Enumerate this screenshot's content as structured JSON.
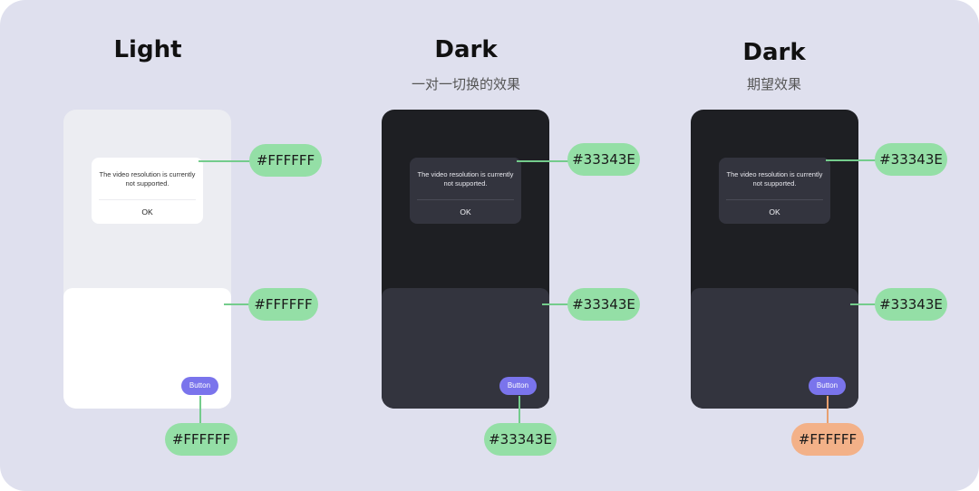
{
  "columns": [
    {
      "title": "Light",
      "subtitle": ""
    },
    {
      "title": "Dark",
      "subtitle": "一对一切换的效果"
    },
    {
      "title": "Dark",
      "subtitle": "期望效果"
    }
  ],
  "dialog": {
    "message": "The video resolution is currently not supported.",
    "ok_label": "OK"
  },
  "button_label": "Button",
  "labels": {
    "light_dialog": "#FFFFFF",
    "light_sheet": "#FFFFFF",
    "light_button": "#FFFFFF",
    "dark1_dialog": "#33343E",
    "dark1_sheet": "#33343E",
    "dark1_button": "#33343E",
    "dark2_dialog": "#33343E",
    "dark2_sheet": "#33343E",
    "dark2_button": "#FFFFFF"
  },
  "colors": {
    "board_bg": "#DFE0EE",
    "light_phone_bg": "#ECEDF2",
    "light_surface": "#FFFFFF",
    "dark_phone_bg": "#1E1F23",
    "dark_surface": "#33343E",
    "button_bg": "#7A74EC",
    "label_green": "#94DFA6",
    "label_orange": "#F3B188"
  }
}
